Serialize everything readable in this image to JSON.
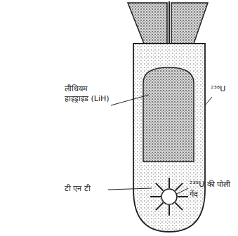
{
  "diagram": {
    "labels": [
      "लीथियम हाइड्राइड (LiH)",
      "²³⁸U",
      "टी एन टी",
      "²³⁵U की पोली गेंद"
    ]
  }
}
